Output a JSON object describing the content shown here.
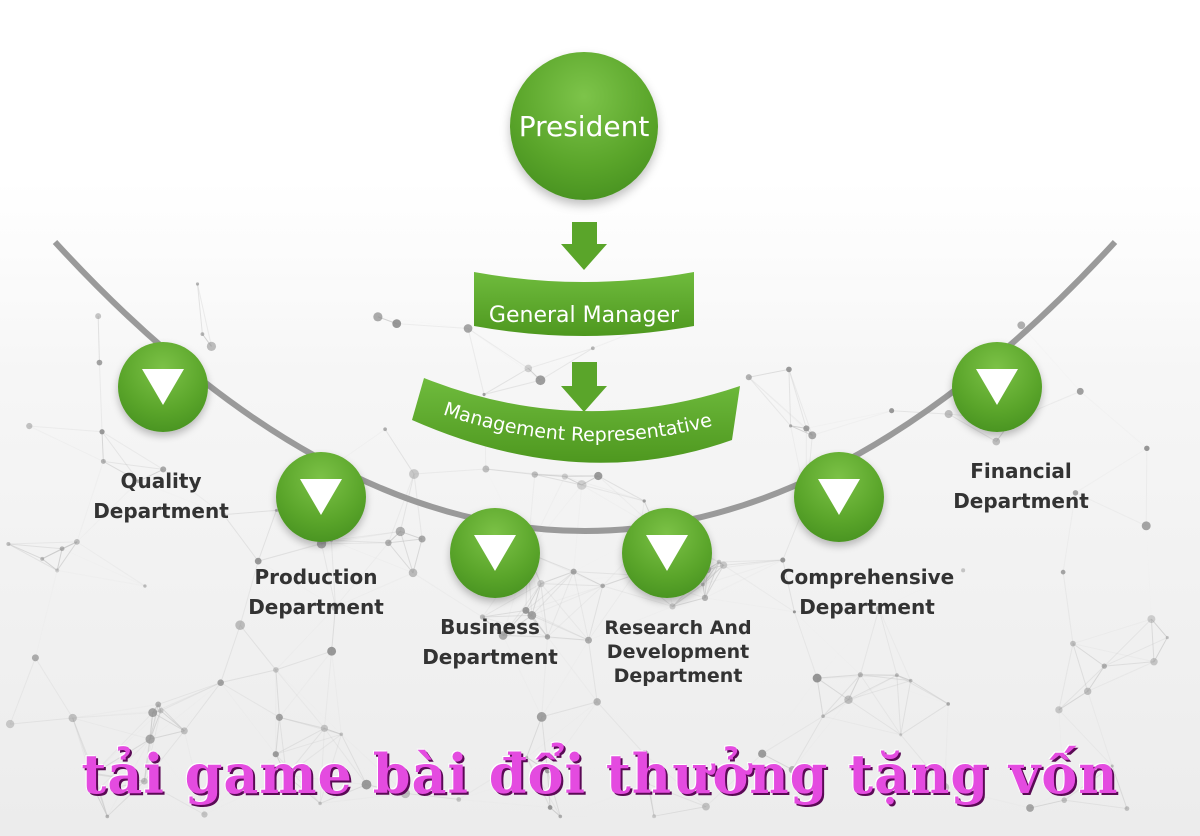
{
  "chart": {
    "president": "President",
    "general_manager": "General Manager",
    "management_representative": "Management Representative",
    "departments": [
      {
        "name": "Quality\nDepartment"
      },
      {
        "name": "Production\nDepartment"
      },
      {
        "name": "Business\nDepartment"
      },
      {
        "name": "Research And\nDevelopment\nDepartment"
      },
      {
        "name": "Comprehensive\nDepartment"
      },
      {
        "name": "Financial\nDepartment"
      }
    ]
  },
  "overlay_title": "tải game bài đổi thưởng tặng vốn",
  "colors": {
    "node_green": "#5aa52a",
    "arc_gray": "#9a9a9a",
    "label_dark": "#333333",
    "title_magenta": "#e44be0"
  }
}
